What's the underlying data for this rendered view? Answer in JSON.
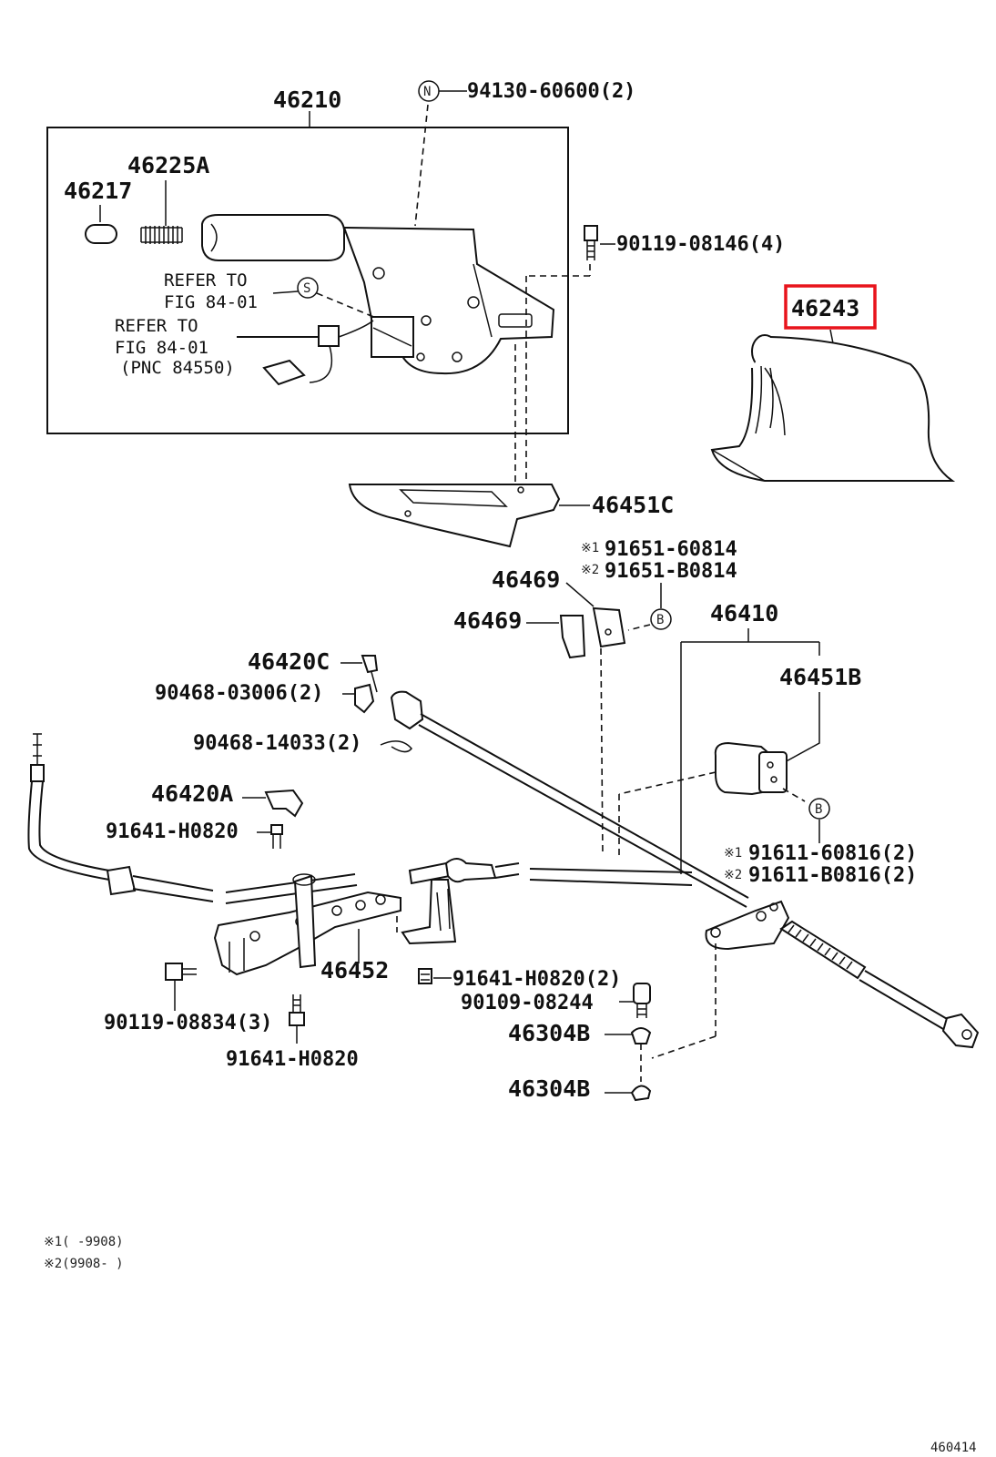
{
  "labels": {
    "p46210": "46210",
    "p94130": "94130-60600(2)",
    "p46225A": "46225A",
    "p46217": "46217",
    "p90119_08146": "90119-08146(4)",
    "refer1_a": "REFER TO",
    "refer1_b": "FIG 84-01",
    "refer2_a": "REFER TO",
    "refer2_b": "FIG 84-01",
    "refer2_c": "(PNC 84550)",
    "p46243": "46243",
    "p46451C": "46451C",
    "p91651_60814": "91651-60814",
    "p91651_B0814": "91651-B0814",
    "p46469_a": "46469",
    "p46469_b": "46469",
    "p46410": "46410",
    "p46420C": "46420C",
    "p90468_03006": "90468-03006(2)",
    "p46451B": "46451B",
    "p90468_14033": "90468-14033(2)",
    "p46420A": "46420A",
    "p91641_H0820_a": "91641-H0820",
    "p91611_60816": "91611-60816(2)",
    "p91611_B0816": "91611-B0816(2)",
    "p46452": "46452",
    "p91641_H0820_2": "91641-H0820(2)",
    "p90109_08244": "90109-08244",
    "p90119_08834": "90119-08834(3)",
    "p46304B_a": "46304B",
    "p46304B_b": "46304B",
    "p91641_H0820_b": "91641-H0820",
    "note1": "※1(     -9908)",
    "note2": "※2(9908-     )",
    "mark1": "※1",
    "mark2": "※2",
    "mark1b": "※1",
    "mark2b": "※2",
    "circleN": "N",
    "circleS": "S",
    "circleB1": "B",
    "circleB2": "B",
    "figure_id": "460414"
  },
  "highlight": {
    "part": "46243",
    "color": "#e8141c"
  }
}
